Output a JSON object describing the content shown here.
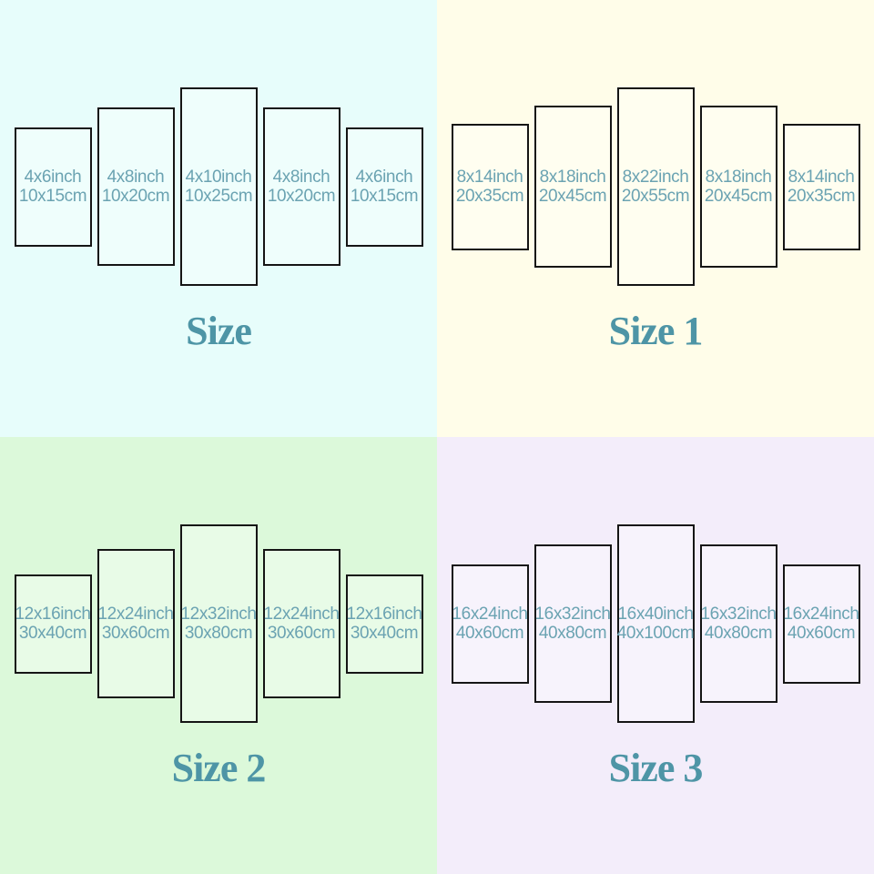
{
  "colors": {
    "panel_border": "#151515",
    "panel_text": "#6ba3b2",
    "title_text": "#4e95a6"
  },
  "quadrants": [
    {
      "title": "Size",
      "bg": "#e7fdfb",
      "panels": [
        {
          "inch": "4x6inch",
          "cm": "10x15cm"
        },
        {
          "inch": "4x8inch",
          "cm": "10x20cm"
        },
        {
          "inch": "4x10inch",
          "cm": "10x25cm"
        },
        {
          "inch": "4x8inch",
          "cm": "10x20cm"
        },
        {
          "inch": "4x6inch",
          "cm": "10x15cm"
        }
      ]
    },
    {
      "title": "Size 1",
      "bg": "#fffde9",
      "panels": [
        {
          "inch": "8x14inch",
          "cm": "20x35cm"
        },
        {
          "inch": "8x18inch",
          "cm": "20x45cm"
        },
        {
          "inch": "8x22inch",
          "cm": "20x55cm"
        },
        {
          "inch": "8x18inch",
          "cm": "20x45cm"
        },
        {
          "inch": "8x14inch",
          "cm": "20x35cm"
        }
      ]
    },
    {
      "title": "Size 2",
      "bg": "#dcf9da",
      "panels": [
        {
          "inch": "12x16inch",
          "cm": "30x40cm"
        },
        {
          "inch": "12x24inch",
          "cm": "30x60cm"
        },
        {
          "inch": "12x32inch",
          "cm": "30x80cm"
        },
        {
          "inch": "12x24inch",
          "cm": "30x60cm"
        },
        {
          "inch": "12x16inch",
          "cm": "30x40cm"
        }
      ]
    },
    {
      "title": "Size 3",
      "bg": "#f3edfa",
      "panels": [
        {
          "inch": "16x24inch",
          "cm": "40x60cm"
        },
        {
          "inch": "16x32inch",
          "cm": "40x80cm"
        },
        {
          "inch": "16x40inch",
          "cm": "40x100cm"
        },
        {
          "inch": "16x32inch",
          "cm": "40x80cm"
        },
        {
          "inch": "16x24inch",
          "cm": "40x60cm"
        }
      ]
    }
  ]
}
